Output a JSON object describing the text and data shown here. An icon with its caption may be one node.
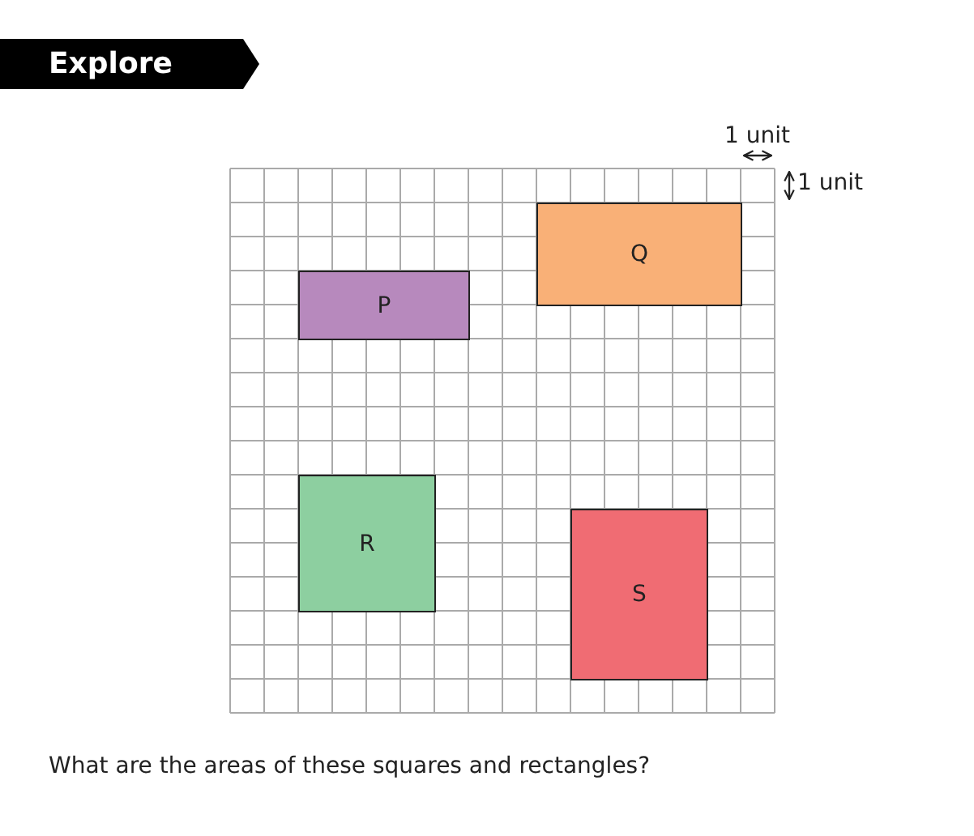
{
  "diagram": {
    "title": "Explore",
    "caption": "What are the areas of these squares and rectangles?",
    "nodes": [
      {
        "text": [
          "P"
        ]
      },
      {
        "text": [
          "Q"
        ]
      },
      {
        "text": [
          "R"
        ]
      },
      {
        "text": [
          "S"
        ]
      }
    ],
    "labels": [
      "1 unit",
      "1 unit"
    ]
  }
}
